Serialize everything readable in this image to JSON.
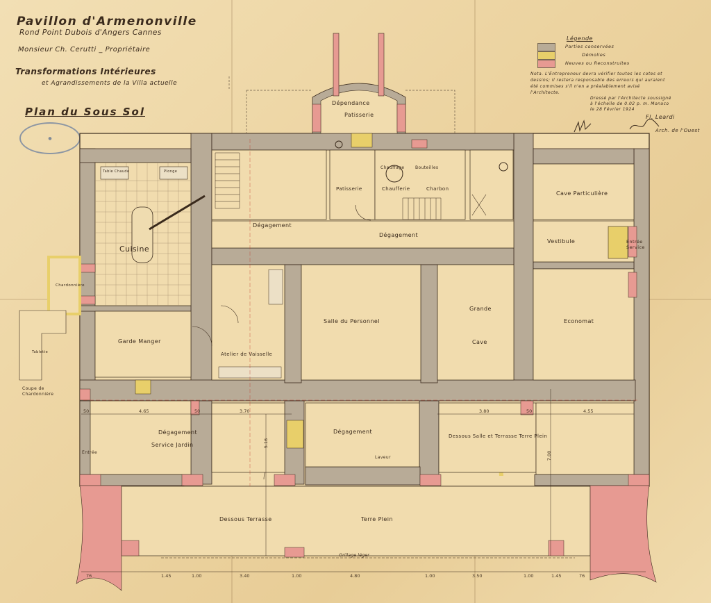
{
  "header": {
    "title": "Pavillon d'Armenonville",
    "address": "Rond Point Dubois d'Angers   Cannes",
    "owner": "Monsieur Ch. Cerutti _ Propriétaire",
    "project_line1": "Transformations Intérieures",
    "project_line2": "et Agrandissements de la Villa actuelle",
    "plan_title": "Plan du Sous Sol"
  },
  "legend": {
    "title": "Légende",
    "items": [
      {
        "label": "Parties conservées",
        "color": "#b8ab97"
      },
      {
        "label": "Démolies",
        "color": "#e8cf6a"
      },
      {
        "label": "Neuves ou Reconstruites",
        "color": "#e79a92"
      }
    ],
    "note": "Nota. L'Entrepreneur devra vérifier toutes les cotes et dessins; il restera responsable des erreurs qui auraient été commises s'il n'en a préalablement avisé l'Architecte.",
    "drawn_by": "Dressé par l'Architecte soussigné à l'échelle de 0.02 p. m. Monaco le 28 Février 1924",
    "architect": "Fl. Leardi",
    "architect_title": "Arch. de l'Ouest"
  },
  "colors": {
    "paper": "#efd9ab",
    "kept": "#b8ab97",
    "demolished": "#e8cf6a",
    "new": "#e79a92",
    "ink": "#3a2a1c",
    "floor": "#f1dcae"
  },
  "rooms": {
    "dependance": "Dépendance",
    "patisserie_top": "Patisserie",
    "patisserie": "Patisserie",
    "chauffage": "Chauffage",
    "charbon": "Charbon",
    "chaufferie": "Chaufferie",
    "bouteilles": "Bouteilles",
    "cave_particuliere": "Cave Particulière",
    "vestibule": "Vestibule",
    "entree_service": "Entrée Service",
    "degagement_1": "Dégagement",
    "degagement_2": "Dégagement",
    "cuisine": "Cuisine",
    "salle_personnel": "Salle du Personnel",
    "grande_cave": "Grande",
    "grande_cave_2": "Cave",
    "economat": "Economat",
    "garde_manger": "Garde Manger",
    "atelier": "Atelier de Vaisselle",
    "degagement_jardin": "Dégagement",
    "service_jardin": "Service Jardin",
    "degagement_3": "Dégagement",
    "dessous_salle": "Dessous Salle et Terrasse Terre Plein",
    "dessous_terrasse": "Dessous   Terrasse",
    "terre_plein": "Terre Plein",
    "entree": "Entrée",
    "laveur": "Laveur",
    "chardonniere": "Chardonnière",
    "coupe": "Coupe de Chardonnière",
    "table_chaude": "Table Chaude",
    "plonge": "Plonge",
    "tablette": "Tablette"
  },
  "dimensions": {
    "bottom": [
      "76",
      "1.45",
      "1.00",
      "3.40",
      "1.00",
      "4.80",
      "1.00",
      "3.50",
      "1.00",
      "1.45",
      "76"
    ],
    "top_left": [
      "50",
      "4.65",
      "50",
      "3.70"
    ],
    "top_right": [
      "3.80",
      "50",
      "4.55"
    ],
    "vertical_left": "5.16",
    "vertical_right": "7.00",
    "grillage": "Grillage léger"
  }
}
